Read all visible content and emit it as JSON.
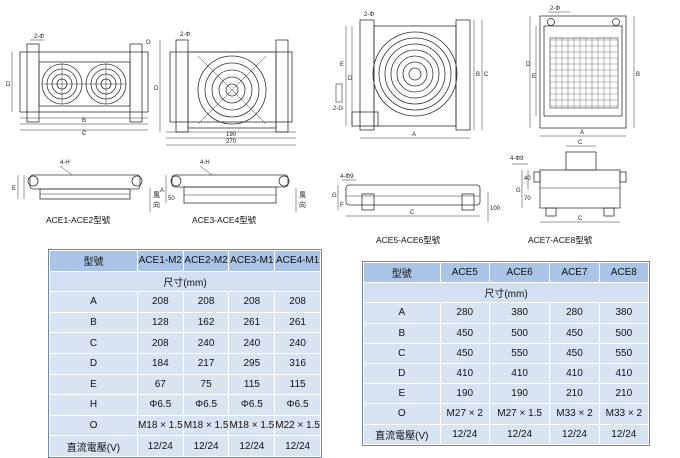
{
  "drawings": {
    "ace12": {
      "caption": "ACE1-ACE2型號",
      "dims": {
        "top": "2-Φ",
        "left": "D",
        "bottom1": "B",
        "bottom2": "C",
        "right_top": "O",
        "side_height": "E",
        "side_hole": "4-H",
        "wind1": "風",
        "wind2": "向"
      }
    },
    "ace34": {
      "caption": "ACE3-ACE4型號",
      "dims": {
        "top": "2-Φ",
        "left": "D",
        "bottom1": "190",
        "bottom2": "270",
        "side_left": "A",
        "side_height": "50",
        "side_hole": "4-H",
        "wind1": "風",
        "wind2": "向"
      }
    },
    "ace56": {
      "caption": "ACE5-ACE6型號",
      "dims": {
        "top": "2-Φ",
        "left1": "E",
        "left2": "D",
        "bottom": "A",
        "right1": "B",
        "right2": "C",
        "port": "2-G",
        "side_hole": "4-Φ9",
        "side_left1": "G",
        "side_left2": "F",
        "side_bottom": "C",
        "side_right": "100"
      }
    },
    "ace78": {
      "caption": "ACE7-ACE8型號",
      "dims": {
        "top": "2-Φ",
        "left1": "D",
        "left2": "E",
        "bottom": "A",
        "right": "B",
        "side_hole": "4-Φ9",
        "side_left1": "G",
        "side_left2": "40",
        "side_left3": "70",
        "side_top": "C",
        "side_bottom": "C"
      }
    }
  },
  "table1": {
    "headers": [
      "型號",
      "ACE1-M2",
      "ACE2-M2",
      "ACE3-M1",
      "ACE4-M1"
    ],
    "subheader": "尺寸(mm)",
    "rows": [
      [
        "A",
        "208",
        "208",
        "208",
        "208"
      ],
      [
        "B",
        "128",
        "162",
        "261",
        "261"
      ],
      [
        "C",
        "208",
        "240",
        "240",
        "240"
      ],
      [
        "D",
        "184",
        "217",
        "295",
        "316"
      ],
      [
        "E",
        "67",
        "75",
        "115",
        "115"
      ],
      [
        "H",
        "Φ6.5",
        "Φ6.5",
        "Φ6.5",
        "Φ6.5"
      ],
      [
        "O",
        "M18 × 1.5",
        "M18 × 1.5",
        "M18 × 1.5",
        "M22 × 1.5"
      ],
      [
        "直流電壓(V)",
        "12/24",
        "12/24",
        "12/24",
        "12/24"
      ]
    ]
  },
  "table2": {
    "headers": [
      "型號",
      "ACE5",
      "ACE6",
      "ACE7",
      "ACE8"
    ],
    "subheader": "尺寸(mm)",
    "rows": [
      [
        "A",
        "280",
        "380",
        "280",
        "380"
      ],
      [
        "B",
        "450",
        "500",
        "450",
        "500"
      ],
      [
        "C",
        "450",
        "550",
        "450",
        "550"
      ],
      [
        "D",
        "410",
        "410",
        "410",
        "410"
      ],
      [
        "E",
        "190",
        "190",
        "210",
        "210"
      ],
      [
        "O",
        "M27 × 2",
        "M27 × 1.5",
        "M33 × 2",
        "M33 × 2"
      ],
      [
        "直流電壓(V)",
        "12/24",
        "12/24",
        "12/24",
        "12/24"
      ]
    ]
  }
}
